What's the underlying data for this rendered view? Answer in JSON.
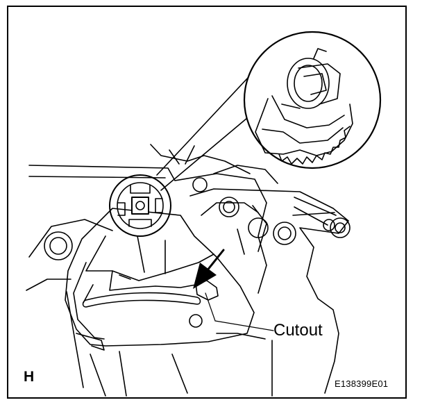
{
  "figure": {
    "callout_label": "Cutout",
    "panel_letter": "H",
    "figure_code": "E138399E01"
  },
  "colors": {
    "ink": "#000000",
    "paper": "#ffffff"
  }
}
